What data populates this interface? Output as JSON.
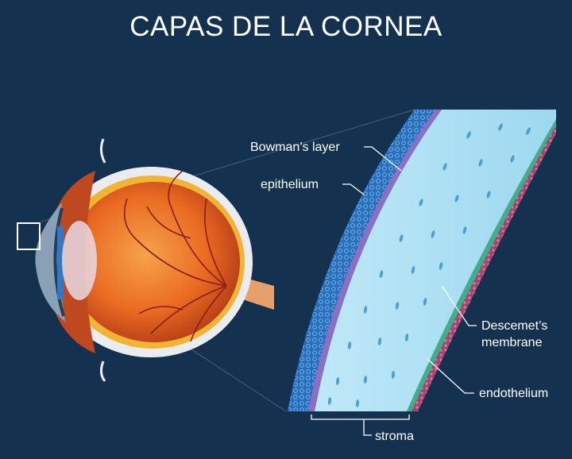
{
  "title": "CAPAS DE LA CORNEA",
  "labels": {
    "bowman": "Bowman’s layer",
    "epithelium": "epithelium",
    "descemet_line1": "Descemet’s",
    "descemet_line2": "membrane",
    "endothelium": "endothelium",
    "stroma": "stroma"
  },
  "colors": {
    "background": "#14324f",
    "epithelium": "#2f79c6",
    "bowman": "#8a6fc4",
    "stroma": "#a9def3",
    "descemet": "#3db08a",
    "endothelium": "#b24d7a",
    "eyeball": "#e8641f",
    "sclera": "#e9edf1"
  }
}
